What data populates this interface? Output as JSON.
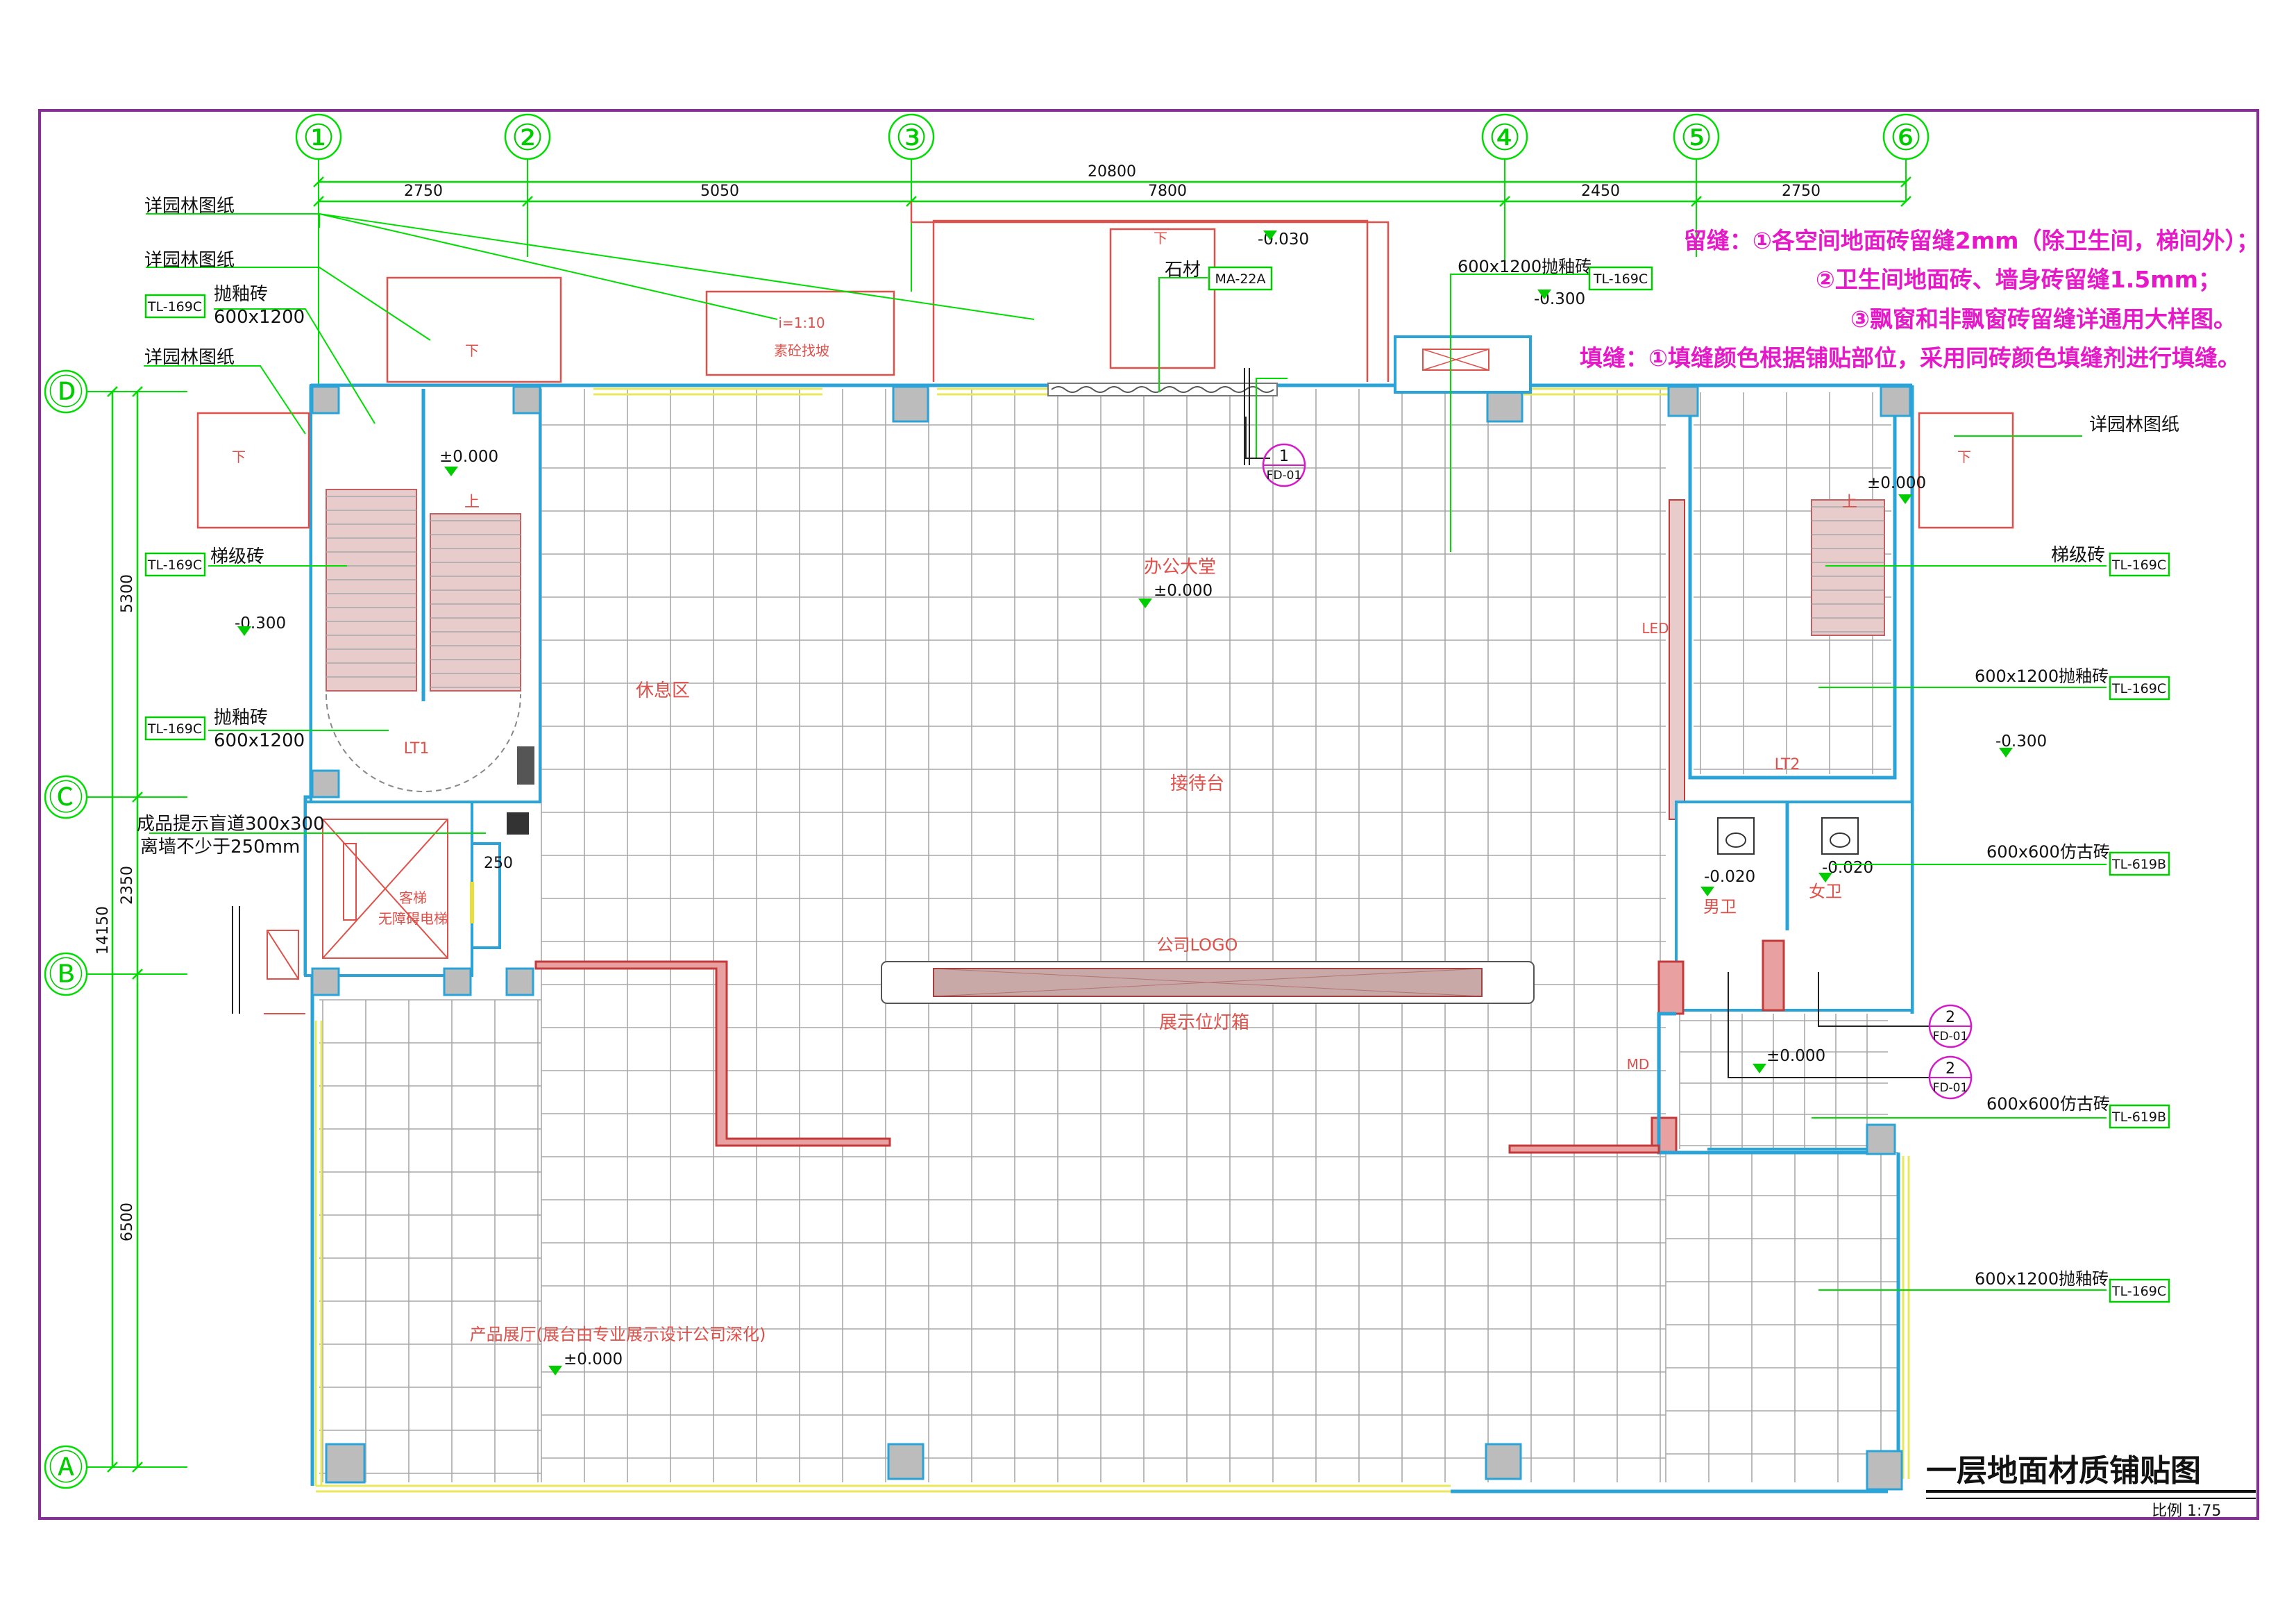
{
  "drawing_title": "一层地面材质铺贴图",
  "scale_label": "比例 1:75",
  "axes_top": [
    "①",
    "②",
    "③",
    "④",
    "⑤",
    "⑥"
  ],
  "axes_left": [
    "Ⓓ",
    "Ⓒ",
    "Ⓑ",
    "Ⓐ"
  ],
  "dims_top_total": "20800",
  "dims_top": [
    "2750",
    "5050",
    "7800",
    "2450",
    "2750"
  ],
  "dims_left_total": "14150",
  "dims_left": [
    "5300",
    "2350",
    "6500"
  ],
  "notes": {
    "line1": "留缝：①各空间地面砖留缝2mm（除卫生间，梯间外）；",
    "line2": "②卫生间地面砖、墙身砖留缝1.5mm；",
    "line3": "③飘窗和非飘窗砖留缝详通用大样图。",
    "line4": "填缝：①填缝颜色根据铺贴部位，采用同砖颜色填缝剂进行填缝。"
  },
  "leaders": {
    "garden1": "详园林图纸",
    "garden2": "详园林图纸",
    "garden3": "详园林图纸",
    "garden4": "详园林图纸",
    "polished_a": "抛釉砖",
    "size_a": "600x1200",
    "stair_a": "梯级砖",
    "polished_b": "抛釉砖",
    "size_b": "600x1200",
    "blind_1": "成品提示盲道300x300",
    "blind_2": "离墙不少于250mm",
    "stone": "石材",
    "polished_top": "600x1200抛釉砖",
    "stair_r": "梯级砖",
    "polished_r1": "600x1200抛釉砖",
    "rustic_1": "600x600仿古砖",
    "rustic_2": "600x600仿古砖",
    "polished_r2": "600x1200抛釉砖"
  },
  "tags": {
    "tl169c": "TL-169C",
    "tl619b": "TL-619B",
    "ma22a": "MA-22A",
    "fd01": "FD-01",
    "one": "1",
    "two": "2"
  },
  "levels": {
    "m030": "-0.030",
    "m300": "-0.300",
    "zero": "±0.000",
    "m020": "-0.020"
  },
  "rooms": {
    "lobby": "办公大堂",
    "rest": "休息区",
    "reception": "接待台",
    "logo": "公司LOGO",
    "lightbox": "展示位灯箱",
    "showroom": "产品展厅(展台由专业展示设计公司深化)",
    "lt1": "LT1",
    "lt2": "LT2",
    "men": "男卫",
    "women": "女卫",
    "md": "MD",
    "led": "LED",
    "ramp": "i=1:10",
    "ramp_label": "素砼找坡",
    "down": "下",
    "up": "上",
    "elev1": "客梯",
    "elev2": "无障碍电梯",
    "d250": "250"
  }
}
